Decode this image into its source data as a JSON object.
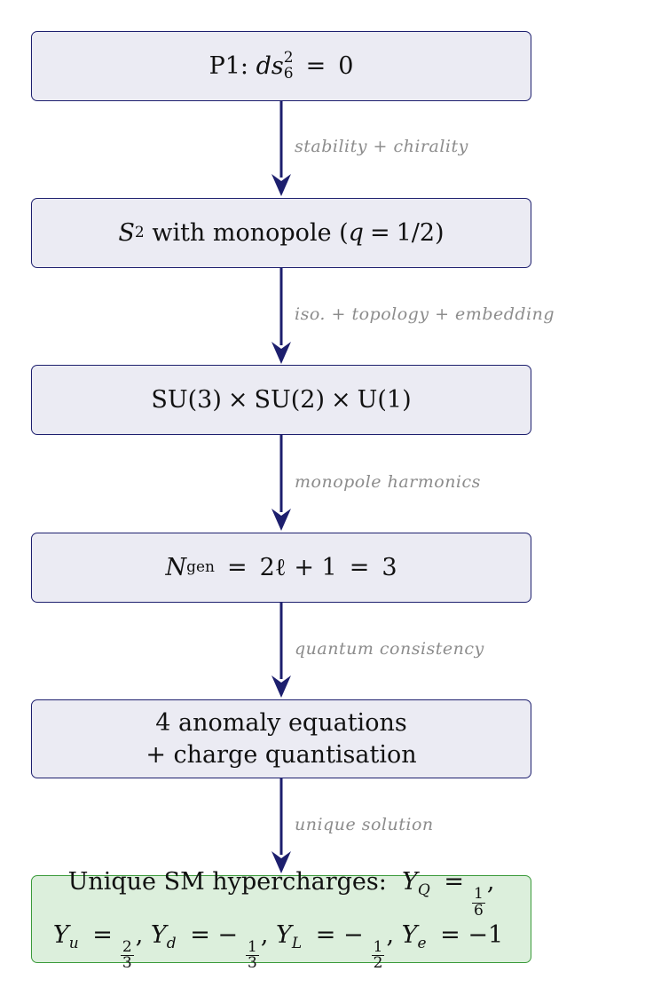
{
  "nodes": {
    "p1": {
      "prefix": "P1:",
      "var": "ds",
      "sub": "6",
      "sup": "2",
      "eq": "=",
      "rhs": "0"
    },
    "sphere": {
      "S": "S",
      "sup": "2",
      "text": "with monopole (",
      "q": "q",
      "eq": "=",
      "value": "1/2)"
    },
    "gauge": {
      "a": "SU(3)",
      "times": "×",
      "b": "SU(2)",
      "c": "U(1)"
    },
    "gen": {
      "N": "N",
      "sub": "gen",
      "eq": "=",
      "expr": "2ℓ + 1",
      "rhs": "3"
    },
    "anomaly": {
      "line1": "4 anomaly equations",
      "line2": "+ charge quantisation"
    },
    "final": {
      "prefix": "Unique SM hypercharges:",
      "YQ": {
        "Y": "Y",
        "sub": "Q",
        "eq": "=",
        "num": "1",
        "den": "6",
        "tail": ","
      },
      "Yu": {
        "Y": "Y",
        "sub": "u",
        "eq": "=",
        "num": "2",
        "den": "3",
        "tail": ","
      },
      "Yd": {
        "Y": "Y",
        "sub": "d",
        "eq": "= −",
        "num": "1",
        "den": "3",
        "tail": ","
      },
      "YL": {
        "Y": "Y",
        "sub": "L",
        "eq": "= −",
        "num": "1",
        "den": "2",
        "tail": ","
      },
      "Ye": {
        "Y": "Y",
        "sub": "e",
        "eq": "= −1"
      }
    }
  },
  "edges": [
    {
      "label": "stability + chirality"
    },
    {
      "label": "iso. + topology + embedding"
    },
    {
      "label": "monopole harmonics"
    },
    {
      "label": "quantum consistency"
    },
    {
      "label": "unique solution"
    }
  ],
  "colors": {
    "arrow": "#1d1f6e",
    "node_fill": "#ebebf3",
    "node_border": "#1d1f6e",
    "final_fill": "#dcefdc",
    "final_border": "#3a9a3a",
    "edge_label": "#8c8c8c"
  }
}
